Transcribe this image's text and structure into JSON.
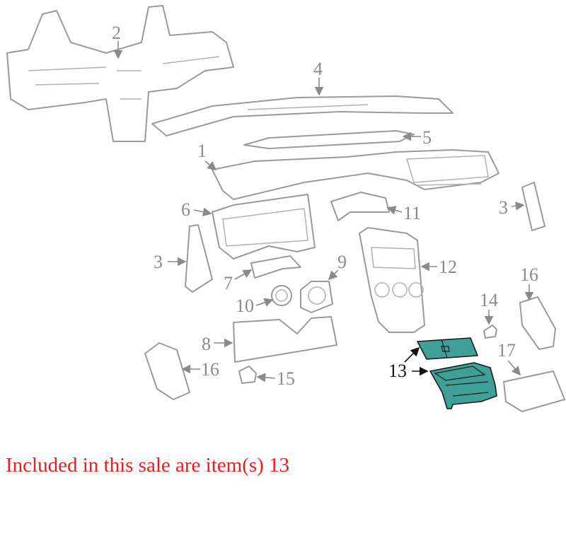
{
  "diagram": {
    "labels": [
      "1",
      "2",
      "3",
      "3",
      "4",
      "5",
      "6",
      "7",
      "8",
      "9",
      "10",
      "11",
      "12",
      "13",
      "14",
      "15",
      "16",
      "16",
      "17"
    ],
    "highlighted_item": "13",
    "highlight_color": "#3f9f99",
    "part_color": "#9a9a9a"
  },
  "caption": {
    "text": "Included in this sale are item(s) 13",
    "color": "#ee1c1c"
  }
}
